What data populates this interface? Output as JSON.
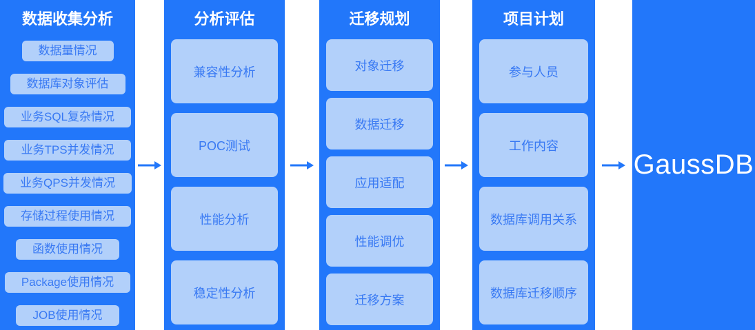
{
  "columns": [
    {
      "header": "数据收集分析",
      "items": [
        "数据量情况",
        "数据库对象评估",
        "业务SQL复杂情况",
        "业务TPS并发情况",
        "业务QPS并发情况",
        "存储过程使用情况",
        "函数使用情况",
        "Package使用情况",
        "JOB使用情况"
      ]
    },
    {
      "header": "分析评估",
      "items": [
        "兼容性分析",
        "POC测试",
        "性能分析",
        "稳定性分析"
      ]
    },
    {
      "header": "迁移规划",
      "items": [
        "对象迁移",
        "数据迁移",
        "应用适配",
        "性能调优",
        "迁移方案"
      ]
    },
    {
      "header": "项目计划",
      "items": [
        "参与人员",
        "工作内容",
        "数据库调用关系",
        "数据库迁移顺序"
      ]
    }
  ],
  "target": {
    "label": "GaussDB"
  },
  "arrow": {
    "direction": "right"
  },
  "colors": {
    "panel_blue": "#2277fa",
    "item_bg": "#b2d0fa",
    "item_text": "#3879f3",
    "header_text": "#ffffff",
    "arrow": "#2277fa",
    "page_bg": "#ffffff"
  }
}
